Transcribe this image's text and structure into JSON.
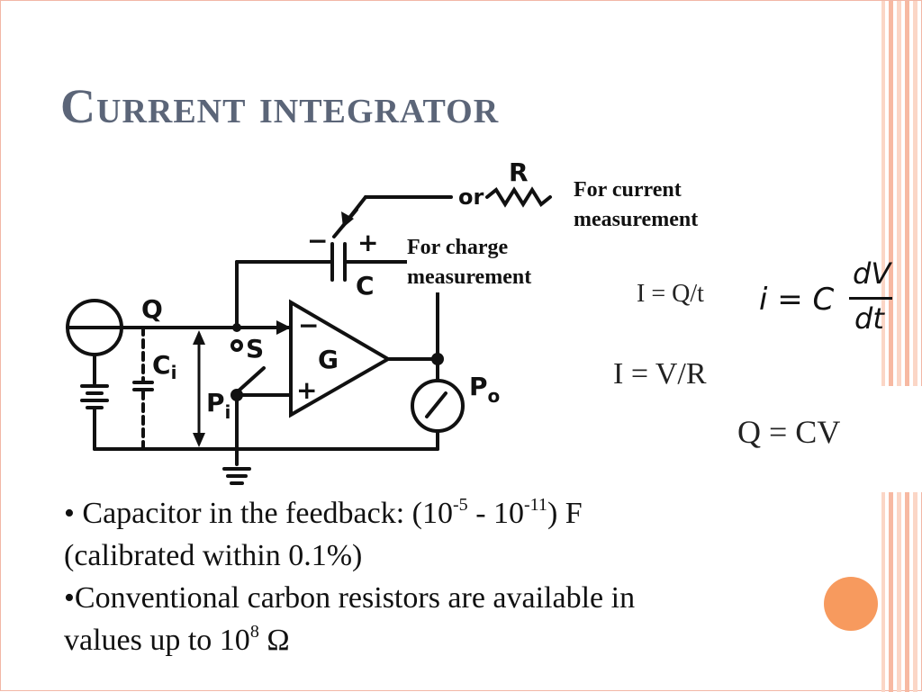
{
  "slide": {
    "title": "Current integrator",
    "colors": {
      "title": "#5b6578",
      "stripes": "#f7b9a2",
      "accent_dot": "#f79a5e"
    }
  },
  "circuit": {
    "labels": {
      "resistor": "R",
      "or": "or",
      "minus": "−",
      "plus": "+",
      "capacitor": "C",
      "charge": "Q",
      "input_cap": "C",
      "input_cap_sub": "i",
      "switch": "S",
      "amp": "G",
      "amp_minus": "−",
      "amp_plus": "+",
      "input_p": "P",
      "input_p_sub": "i",
      "output_p": "P",
      "output_p_sub": "o"
    },
    "notes": {
      "current_line1": "For current",
      "current_line2": "measurement",
      "charge_line1": "For charge",
      "charge_line2": "measurement"
    }
  },
  "formulas": {
    "i_qt": "I = Q/t",
    "i_vr": "I = V/R",
    "q_cv": "Q = CV",
    "lhs": "i = C",
    "num": "dV",
    "den": "dt"
  },
  "bullets": {
    "b1_prefix": "• Capacitor in the feedback: (10",
    "b1_exp1": "-5",
    "b1_mid": " - 10",
    "b1_exp2": "-11",
    "b1_suffix": ") F",
    "b1_line2": "(calibrated within 0.1%)",
    "b2_line1": "•Conventional carbon resistors are available in",
    "b2_prefix": "values up to 10",
    "b2_exp": "8",
    "b2_suffix": " Ω"
  }
}
